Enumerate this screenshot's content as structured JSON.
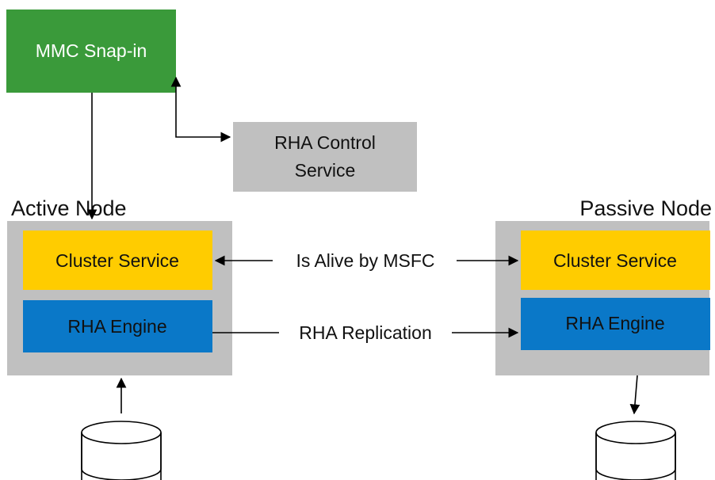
{
  "mmc": {
    "label": "MMC Snap-in",
    "color": "#3a9a3a"
  },
  "control_service": {
    "line1": "RHA Control",
    "line2": "Service",
    "color": "#c0c0c0"
  },
  "active_node": {
    "title": "Active Node",
    "bg": "#c0c0c0"
  },
  "passive_node": {
    "title": "Passive Node",
    "bg": "#c0c0c0"
  },
  "cluster_service": {
    "label": "Cluster Service",
    "color": "#ffcc00"
  },
  "rha_engine": {
    "label": "RHA Engine",
    "color": "#0a78c8"
  },
  "links": {
    "heartbeat": "Is Alive by MSFC",
    "replication": "RHA Replication"
  },
  "icons": {
    "database": "database-icon"
  }
}
